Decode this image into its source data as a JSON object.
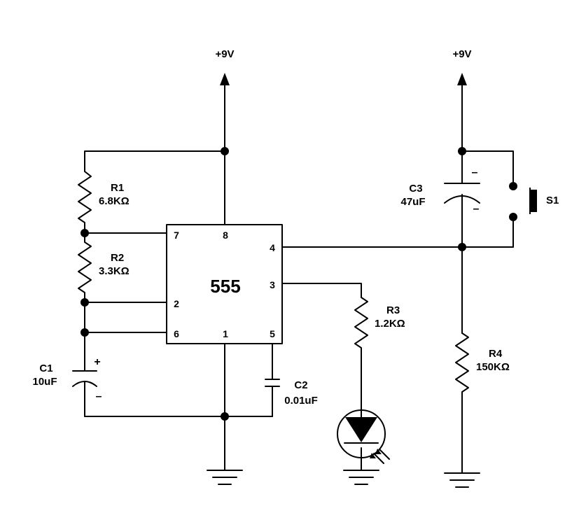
{
  "supply": {
    "left": "+9V",
    "right": "+9V"
  },
  "ic": {
    "name": "555",
    "pins": {
      "p7": "7",
      "p8": "8",
      "p4": "4",
      "p2": "2",
      "p3": "3",
      "p6": "6",
      "p1": "1",
      "p5": "5"
    }
  },
  "components": {
    "r1": {
      "name": "R1",
      "value": "6.8KΩ"
    },
    "r2": {
      "name": "R2",
      "value": "3.3KΩ"
    },
    "r3": {
      "name": "R3",
      "value": "1.2KΩ"
    },
    "r4": {
      "name": "R4",
      "value": "150KΩ"
    },
    "c1": {
      "name": "C1",
      "value": "10uF",
      "plus": "+",
      "minus": "–"
    },
    "c2": {
      "name": "C2",
      "value": "0.01uF"
    },
    "c3": {
      "name": "C3",
      "value": "47uF",
      "top": "–",
      "bottom": "–"
    },
    "s1": {
      "name": "S1"
    }
  }
}
